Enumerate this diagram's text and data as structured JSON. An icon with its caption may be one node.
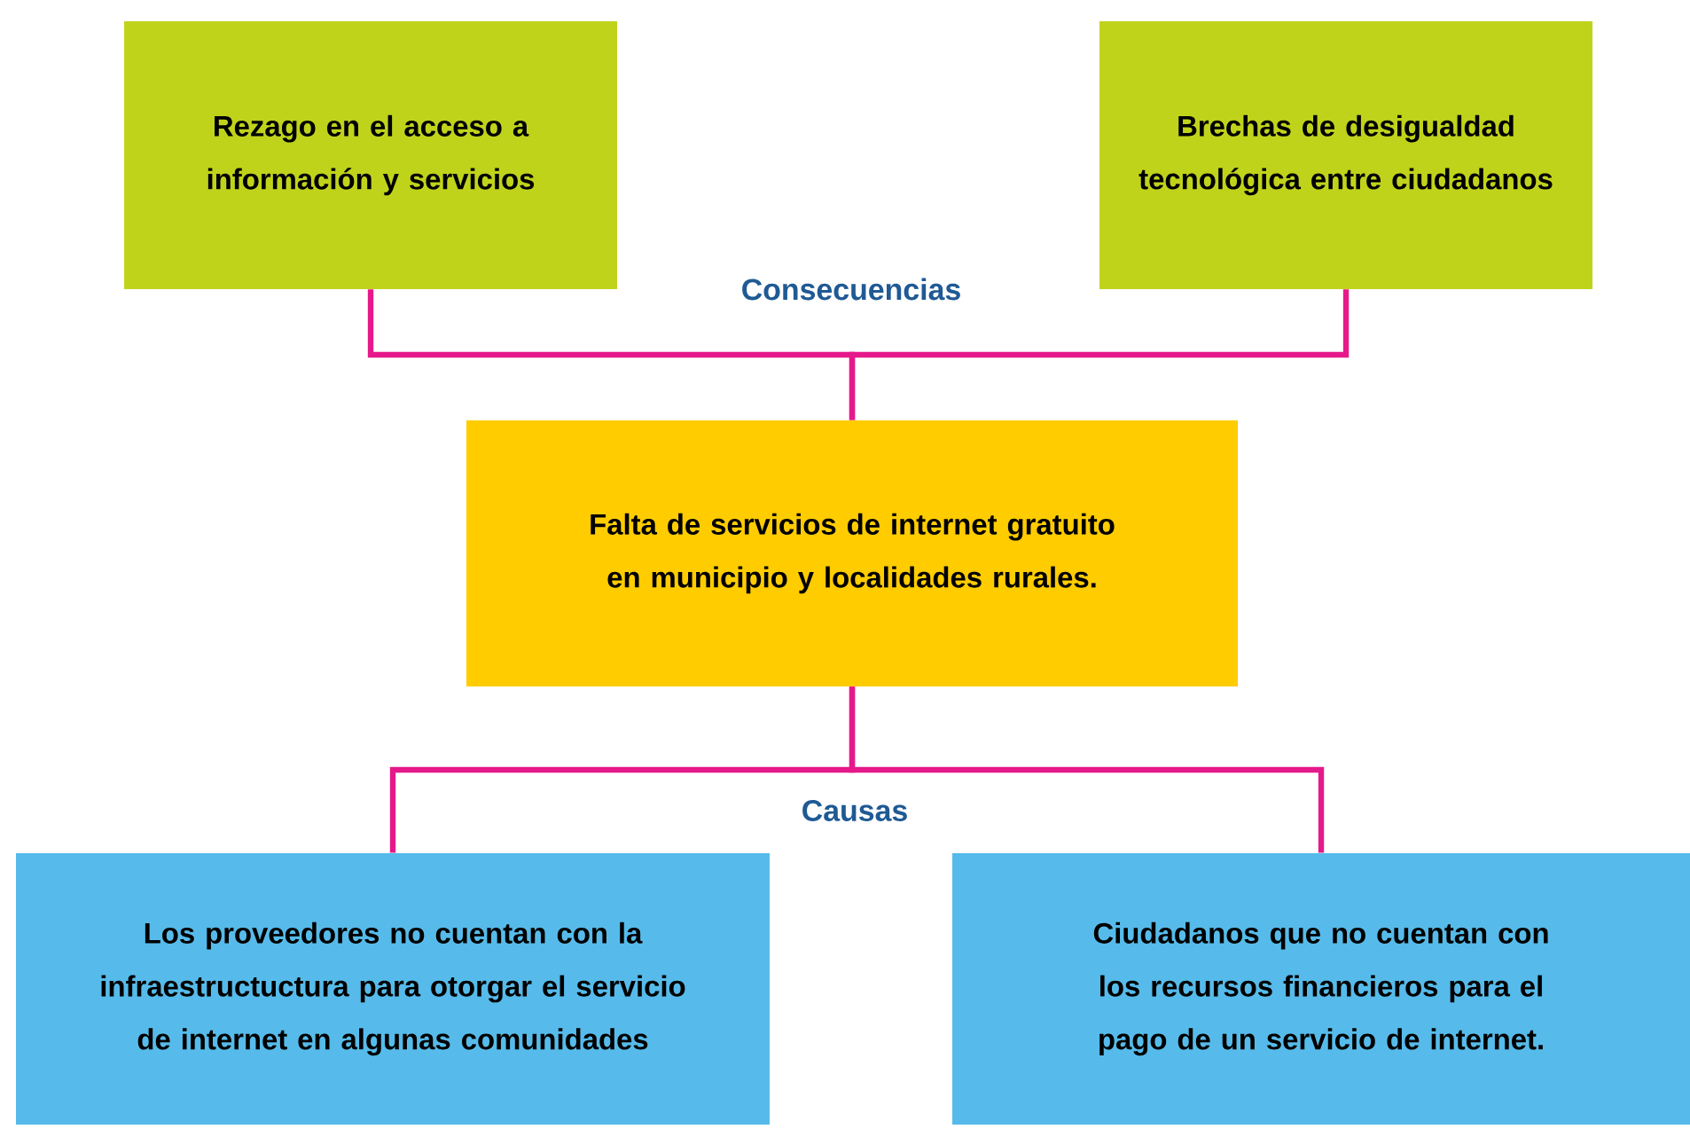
{
  "diagram": {
    "nodes": [
      {
        "text": [
          "Rezago en el acceso a información y servicios"
        ]
      },
      {
        "text": [
          "Brechas de desigualdad tecnológica entre ciudadanos"
        ]
      },
      {
        "text": [
          "Falta de servicios de internet gratuito en municipio y localidades rurales."
        ]
      },
      {
        "text": [
          "Los proveedores no cuentan con la infraestructuctura para otorgar el servicio de internet en algunas comunidades"
        ]
      },
      {
        "text": [
          "Ciudadanos que no cuentan con los recursos financieros para el pago de un servicio de internet."
        ]
      }
    ],
    "edges": [
      {
        "from": 2,
        "to": 0,
        "arrow": "none"
      },
      {
        "from": 2,
        "to": 1,
        "arrow": "none"
      },
      {
        "from": 2,
        "to": 3,
        "arrow": "none"
      },
      {
        "from": 2,
        "to": 4,
        "arrow": "none"
      }
    ],
    "labels": [
      "Consecuencias",
      "Causas"
    ]
  }
}
